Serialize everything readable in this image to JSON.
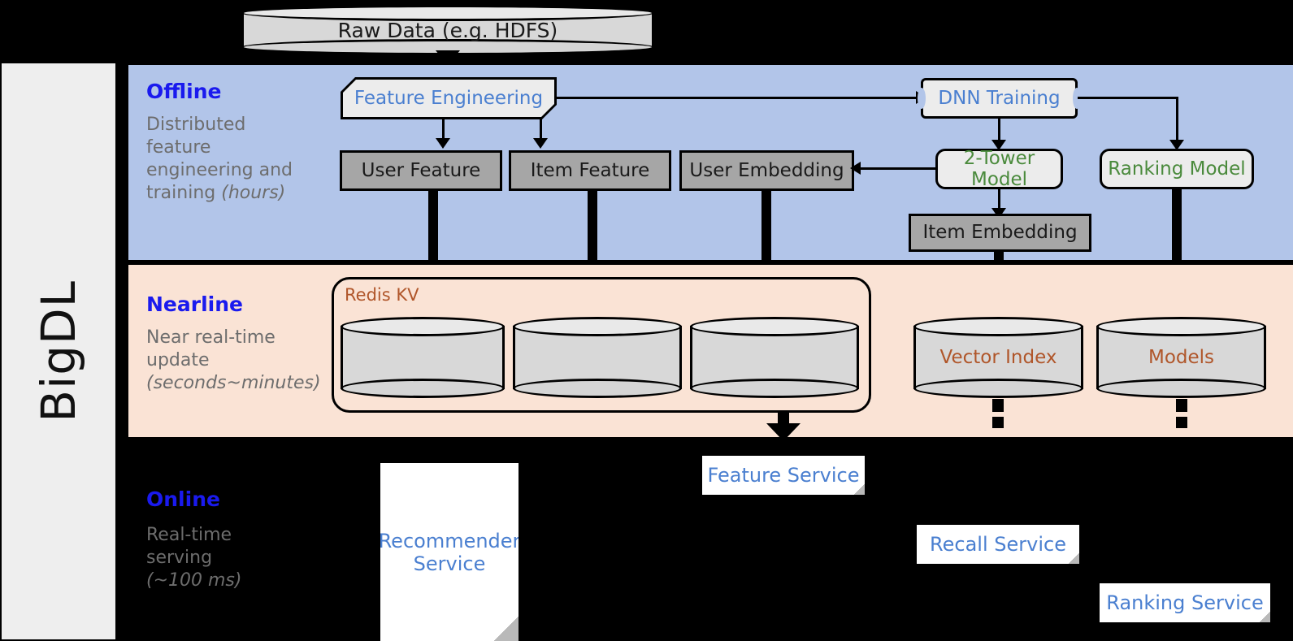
{
  "sidebar": {
    "label": "BigDL"
  },
  "top": {
    "raw_data": "Raw Data (e.g. HDFS)"
  },
  "bands": {
    "offline": {
      "title": "Offline",
      "subtitle_line1": "Distributed",
      "subtitle_line2": "feature",
      "subtitle_line3": "engineering and",
      "subtitle_line4": "training ",
      "subtitle_italic": "(hours)"
    },
    "nearline": {
      "title": "Nearline",
      "subtitle_line1": "Near real-time",
      "subtitle_line2": "update",
      "subtitle_italic": "(seconds~minutes)"
    },
    "online": {
      "title": "Online",
      "subtitle_line1": "Real-time",
      "subtitle_line2": "serving",
      "subtitle_italic": "(~100 ms)"
    }
  },
  "offline_nodes": {
    "feature_engineering": "Feature Engineering",
    "dnn_training": "DNN Training",
    "user_feature": "User Feature",
    "item_feature": "Item Feature",
    "user_embedding": "User Embedding",
    "two_tower_model": "2-Tower Model",
    "ranking_model": "Ranking Model",
    "item_embedding": "Item Embedding"
  },
  "nearline_nodes": {
    "redis_kv": "Redis KV",
    "store_1": "",
    "store_2": "",
    "store_3": "",
    "vector_index": "Vector Index",
    "models": "Models"
  },
  "online_nodes": {
    "recommender_service_line1": "Recommender",
    "recommender_service_line2": "Service",
    "feature_service": "Feature Service",
    "recall_service": "Recall Service",
    "ranking_service": "Ranking Service"
  },
  "colors": {
    "offline_band": "#b2c5e9",
    "nearline_band": "#fae3d5",
    "online_band": "#000000",
    "band_title": "#1a1aee",
    "band_subtitle": "#6d6d6d",
    "grey_node": "#a6a6a6",
    "proc_node": "#ececec",
    "green_text": "#4a8a3c",
    "blue_text": "#4a7fd0",
    "orange_text": "#b0562a",
    "sidebar": "#eeeeee"
  }
}
